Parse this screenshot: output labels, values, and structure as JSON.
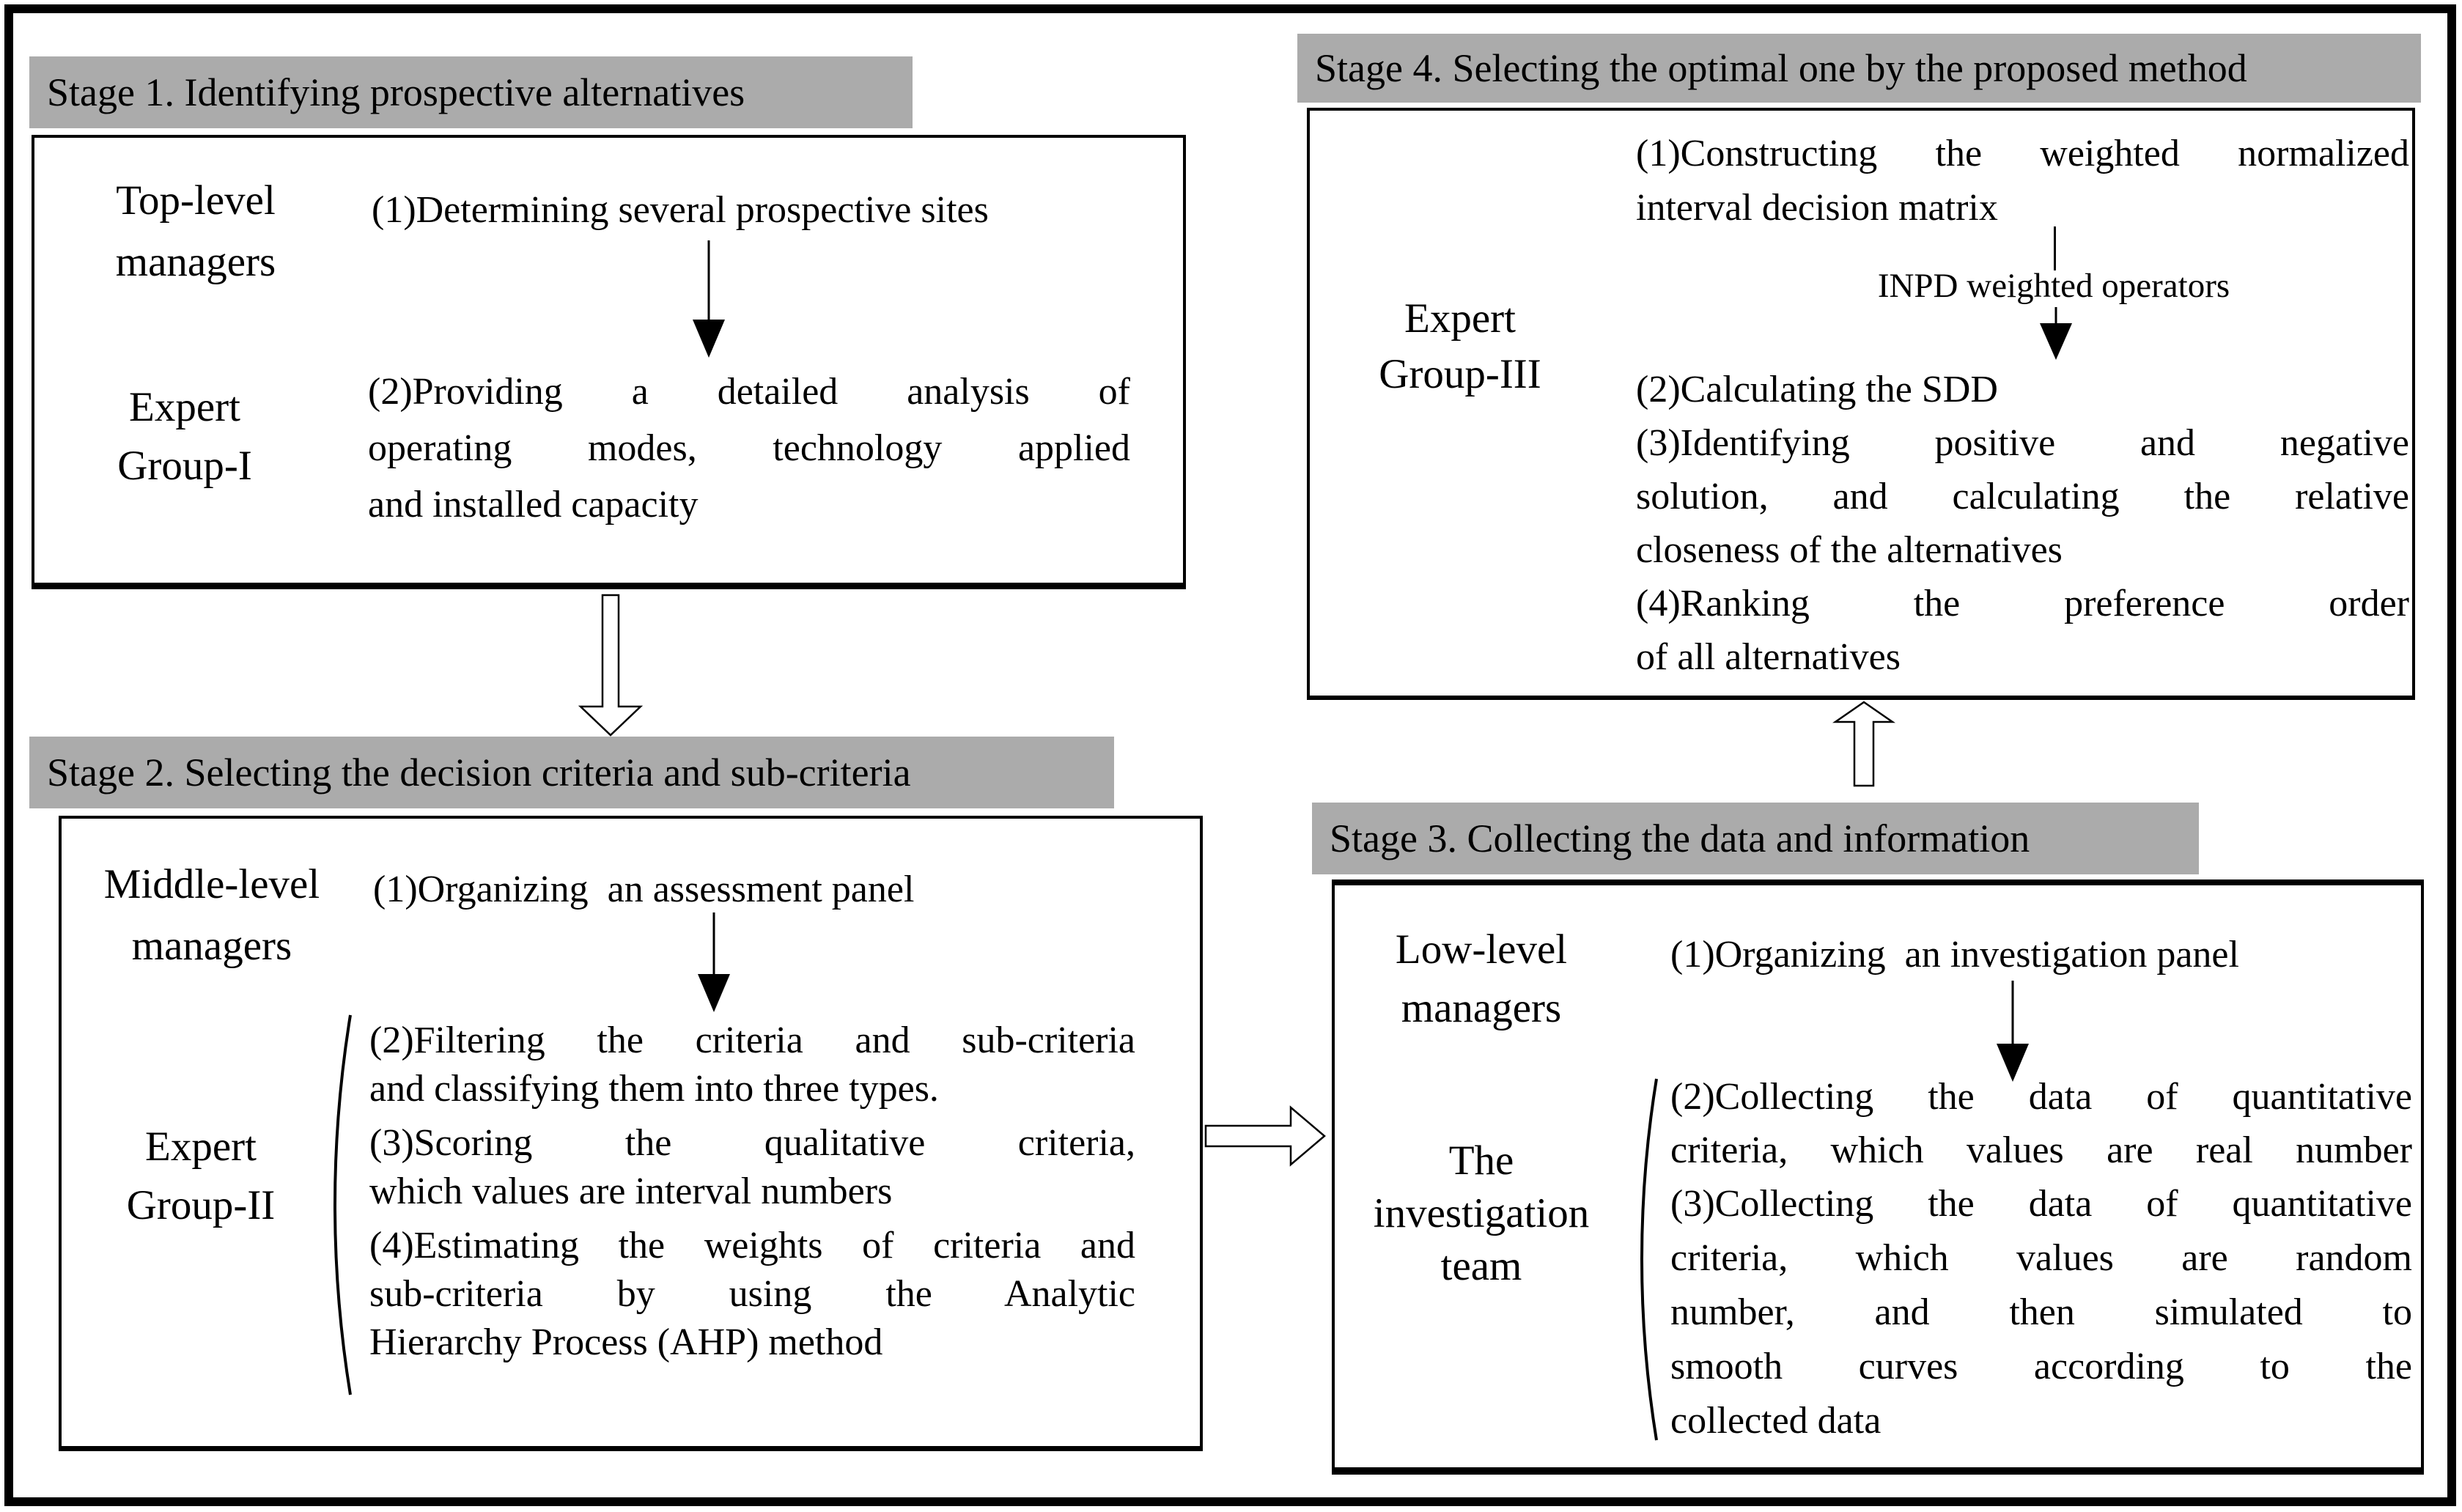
{
  "colors": {
    "header_bg": "#ababab",
    "line": "#000000",
    "background": "#ffffff"
  },
  "stages": [
    {
      "title": "Stage 1. Identifying prospective alternatives",
      "actors": [
        {
          "lines": [
            "Top-level",
            "managers"
          ]
        },
        {
          "lines": [
            "Expert",
            "Group-I"
          ]
        }
      ],
      "items": [
        {
          "lines": [
            "(1)Determining several prospective sites"
          ]
        },
        {
          "lines": [
            "(2)Providing a detailed analysis of",
            "operating modes, technology applied",
            "and installed capacity"
          ]
        }
      ]
    },
    {
      "title": "Stage 2. Selecting the decision criteria and sub-criteria",
      "actors": [
        {
          "lines": [
            "Middle-level",
            "managers"
          ]
        },
        {
          "lines": [
            "Expert",
            "Group-II"
          ]
        }
      ],
      "items": [
        {
          "lines": [
            "(1)Organizing  an assessment panel"
          ]
        },
        {
          "lines": [
            "(2)Filtering the criteria and sub-criteria",
            "and classifying them into three types."
          ]
        },
        {
          "lines": [
            "(3)Scoring the qualitative criteria,",
            "which values are interval numbers"
          ]
        },
        {
          "lines": [
            "(4)Estimating the weights of criteria and",
            "sub-criteria by using the Analytic",
            "Hierarchy Process (AHP) method"
          ]
        }
      ]
    },
    {
      "title": "Stage 3. Collecting the data and information",
      "actors": [
        {
          "lines": [
            "Low-level",
            "managers"
          ]
        },
        {
          "lines": [
            "The",
            "investigation",
            "team"
          ]
        }
      ],
      "items": [
        {
          "lines": [
            "(1)Organizing  an investigation panel"
          ]
        },
        {
          "lines": [
            "(2)Collecting the data of quantitative",
            "criteria, which values are real number"
          ]
        },
        {
          "lines": [
            "(3)Collecting the data of quantitative",
            "criteria, which values are random",
            "number, and then simulated to",
            "smooth curves according to the",
            "collected data"
          ]
        }
      ]
    },
    {
      "title": "Stage 4. Selecting the optimal one by the proposed method",
      "connector_label": "INPD weighted operators",
      "actors": [
        {
          "lines": [
            "Expert",
            "Group-III"
          ]
        }
      ],
      "items": [
        {
          "lines": [
            "(1)Constructing the weighted normalized",
            "interval decision matrix"
          ]
        },
        {
          "lines": [
            "(2)Calculating the SDD"
          ]
        },
        {
          "lines": [
            "(3)Identifying positive and negative",
            "solution, and calculating the relative",
            "closeness of the alternatives"
          ]
        },
        {
          "lines": [
            "(4)Ranking the preference order",
            "of all alternatives"
          ]
        }
      ]
    }
  ]
}
